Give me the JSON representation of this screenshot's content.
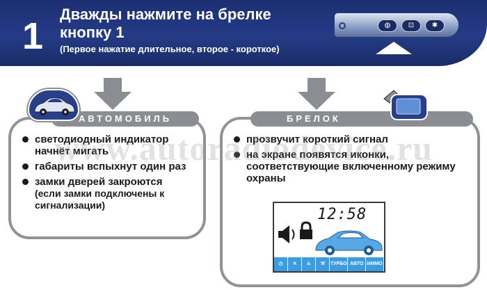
{
  "header": {
    "step_number": "1",
    "title_line1": "Дважды нажмите на брелке",
    "title_line2": "кнопку 1",
    "subtitle": "(Первое нажатие длительное, второе - короткое)"
  },
  "car_panel": {
    "label": "АВТОМОБИЛЬ",
    "items": [
      {
        "text": "светодиодный индикатор начнёт мигать"
      },
      {
        "text": "габариты вспыхнут один раз"
      },
      {
        "text": "замки дверей закроются",
        "note": "(если замки подключены к сигнализации)"
      }
    ]
  },
  "fob_panel": {
    "label": "БРЕЛОК",
    "items": [
      {
        "text": "прозвучит короткий сигнал"
      },
      {
        "text": "на экране появятся иконки, соответствующие включенному режиму охраны"
      }
    ]
  },
  "lcd": {
    "time": "12:58",
    "icons": [
      {
        "name": "clock-icon",
        "label": ""
      },
      {
        "name": "tools-icon",
        "label": ""
      },
      {
        "name": "heater-icon",
        "label": ""
      },
      {
        "name": "wrench-icon",
        "label": ""
      },
      {
        "name": "turbo-icon",
        "label": "ТУРБО"
      },
      {
        "name": "auto-icon",
        "label": "АВТО"
      },
      {
        "name": "immo-icon",
        "label": "ИММО"
      }
    ]
  },
  "watermark": "www.autoradiodevice.ru",
  "colors": {
    "header_blue": "#243b86",
    "panel_gray": "#8f9297",
    "lcd_blue": "#3d9be0"
  }
}
